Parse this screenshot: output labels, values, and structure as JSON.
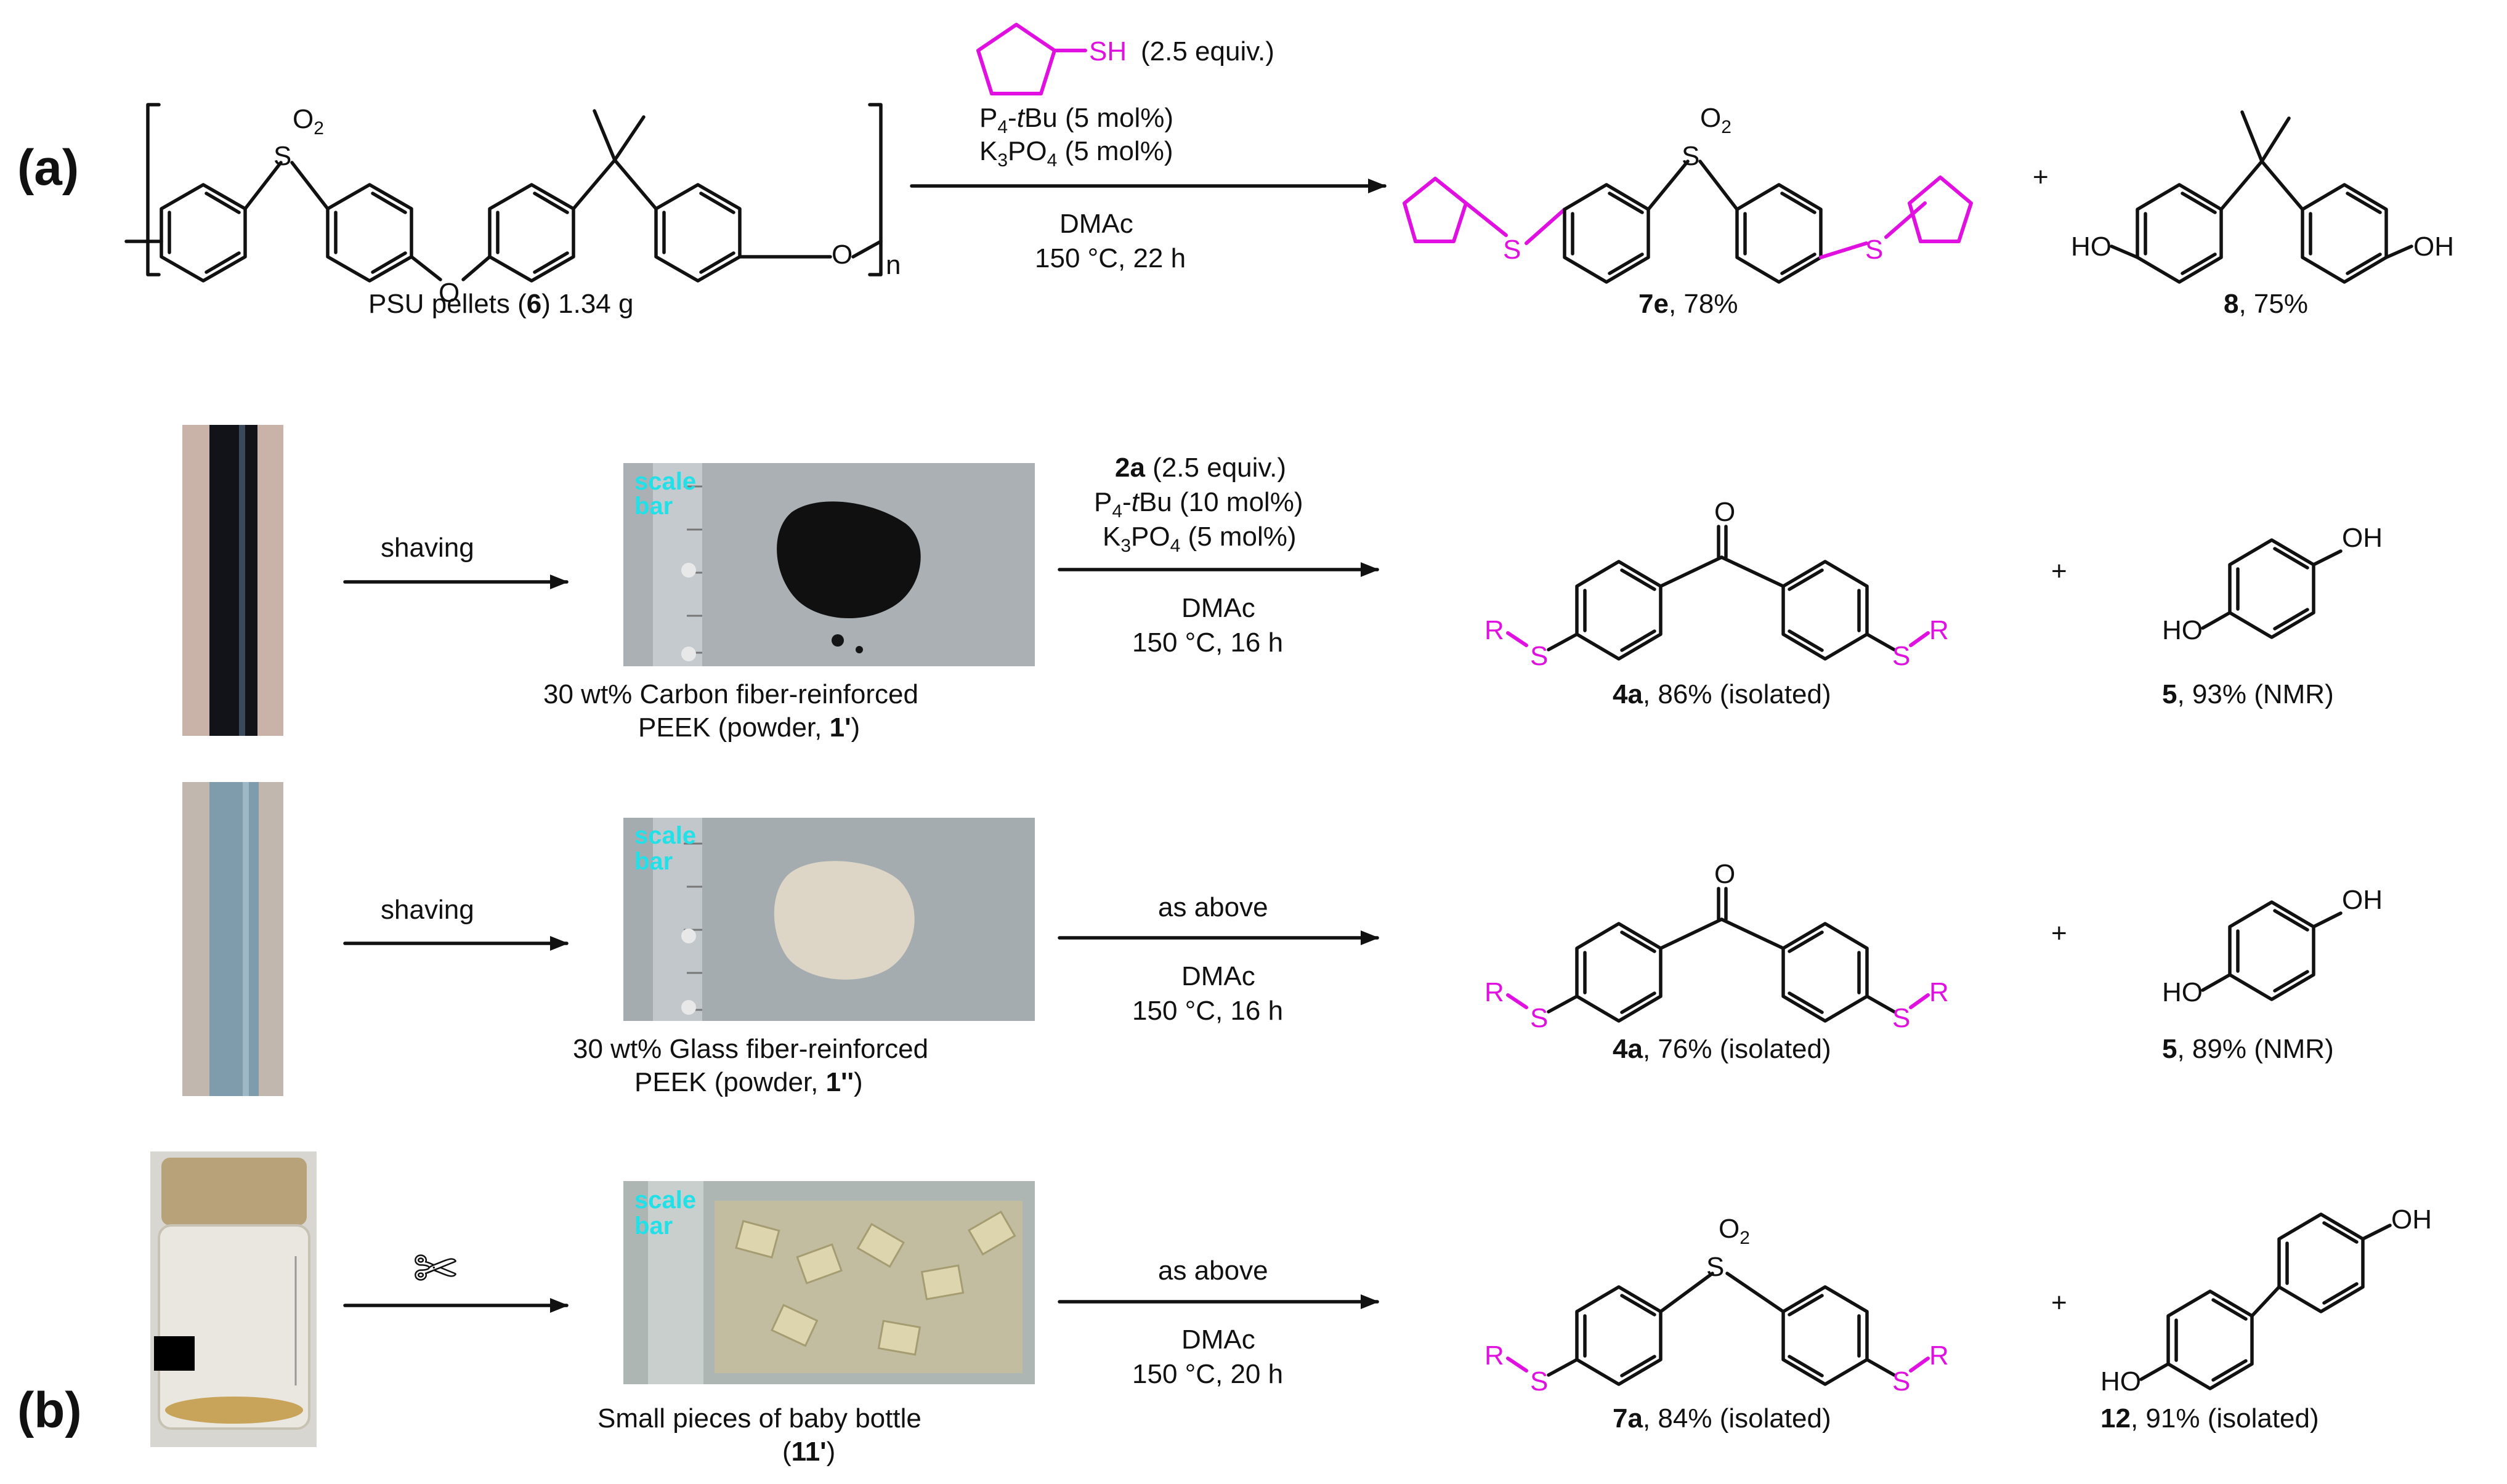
{
  "panels": {
    "a": "(a)",
    "b": "(b)"
  },
  "colors": {
    "accent_magenta": "#e010e0",
    "scale_bar_cyan": "#22e0e8"
  },
  "atoms": {
    "S": "S",
    "O": "O",
    "SH": "SH",
    "OH": "OH",
    "HO": "HO",
    "R": "R",
    "n": "n",
    "O2_main": "O",
    "O2_sub": "2"
  },
  "scheme_a": {
    "reagent_equiv": "(2.5 equiv.)",
    "p4_pre": "P",
    "p4_sub": "4",
    "p4_dash": "-",
    "p4_t": "t",
    "p4_post": "Bu (5 mol%)",
    "k_pre": "K",
    "k_sub1": "3",
    "k_mid": "PO",
    "k_sub2": "4",
    "k_post": " (5 mol%)",
    "solvent": "DMAc",
    "conditions": "150 °C, 22 h",
    "psu_label_pre": "PSU pellets (",
    "psu_label_num": "6",
    "psu_label_post": ") 1.34 g",
    "product1_num": "7e",
    "product1_yield": ", 78%",
    "plus": "+",
    "product2_num": "8",
    "product2_yield": ", 75%"
  },
  "scheme_b": {
    "scale_bar_word1": "scale",
    "scale_bar_word2": "bar",
    "row1": {
      "step": "shaving",
      "caption_line1": "30 wt% Carbon fiber-reinforced",
      "caption_line2_pre": "PEEK (powder, ",
      "caption_line2_num": "1'",
      "caption_line2_post": ")",
      "reagent_num": "2a",
      "reagent_equiv": " (2.5 equiv.)",
      "p4_pre": "P",
      "p4_sub": "4",
      "p4_dash": "-",
      "p4_t": "t",
      "p4_post": "Bu (10 mol%)",
      "k_pre": "K",
      "k_sub1": "3",
      "k_mid": "PO",
      "k_sub2": "4",
      "k_post": " (5 mol%)",
      "solvent": "DMAc",
      "conditions": "150 °C, 16 h",
      "product1_num": "4a",
      "product1_yield": ", 86% (isolated)",
      "plus": "+",
      "product2_num": "5",
      "product2_yield": ", 93% (NMR)"
    },
    "row2": {
      "step": "shaving",
      "caption_line1": "30 wt% Glass fiber-reinforced",
      "caption_line2_pre": "PEEK (powder, ",
      "caption_line2_num": "1''",
      "caption_line2_post": ")",
      "reagent_text": "as above",
      "solvent": "DMAc",
      "conditions": "150 °C, 16 h",
      "product1_num": "4a",
      "product1_yield": ", 76% (isolated)",
      "plus": "+",
      "product2_num": "5",
      "product2_yield": ", 89% (NMR)"
    },
    "row3": {
      "step_icon": "scissors-icon",
      "step_glyph": "✄",
      "caption_line1": "Small pieces of baby bottle",
      "caption_line2_pre": "(",
      "caption_line2_num": "11'",
      "caption_line2_post": ")",
      "reagent_text": "as above",
      "solvent": "DMAc",
      "conditions": "150 °C, 20 h",
      "product1_num": "7a",
      "product1_yield": ", 84% (isolated)",
      "plus": "+",
      "product2_num": "12",
      "product2_yield": ", 91% (isolated)"
    }
  }
}
